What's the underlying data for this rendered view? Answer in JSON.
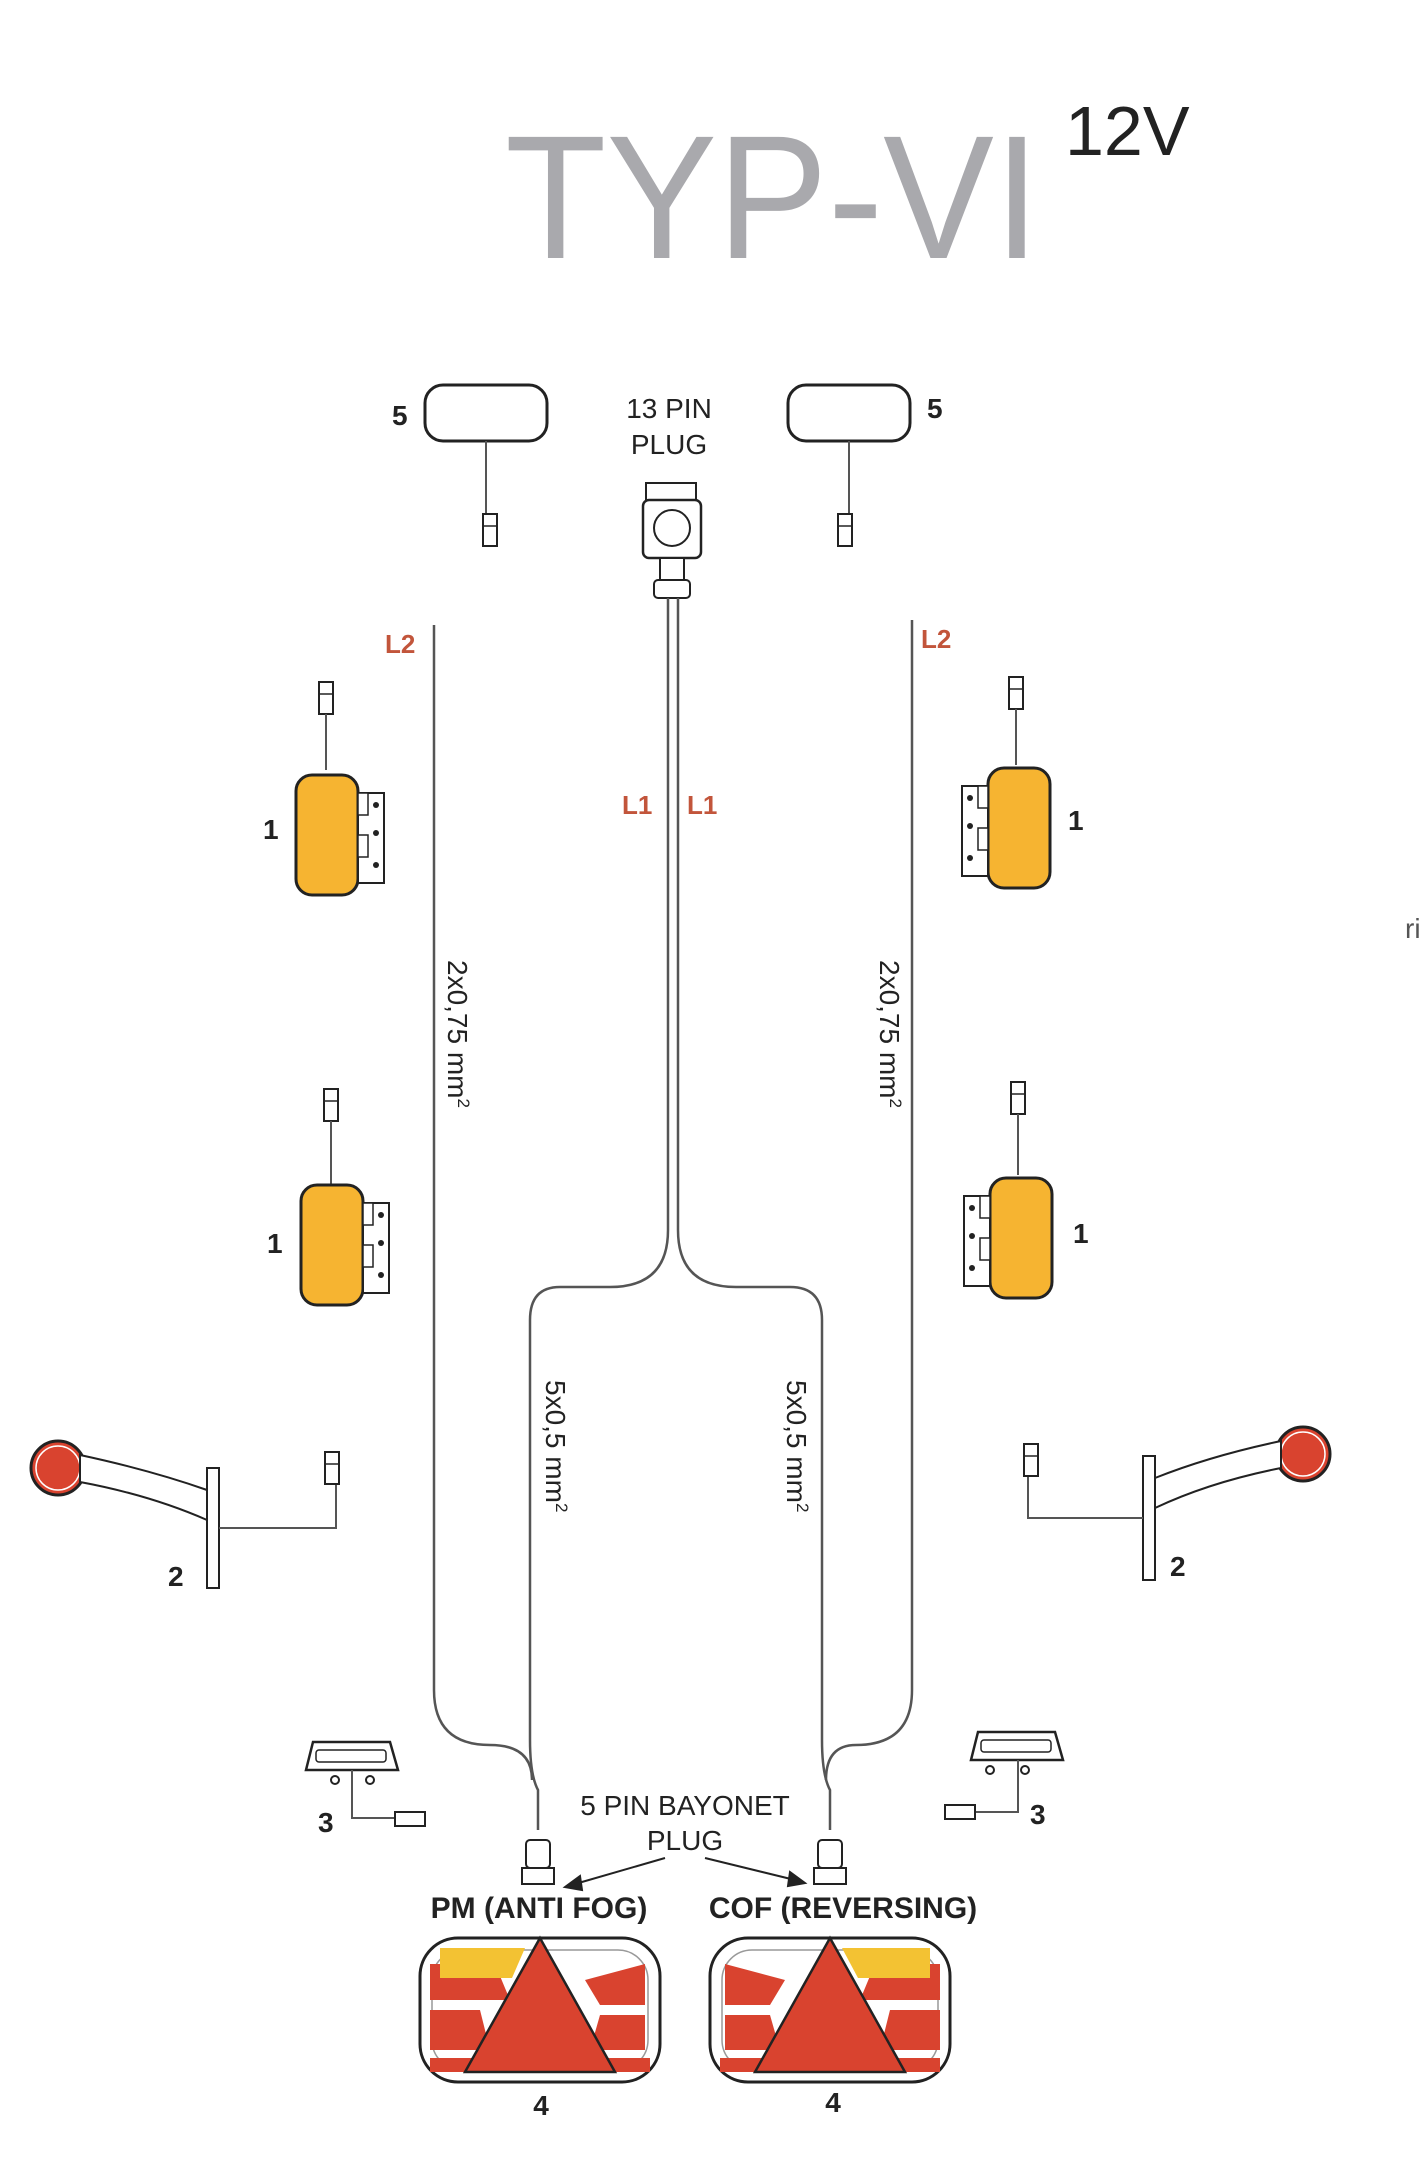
{
  "title": {
    "main": "TYP-VI",
    "voltage": "12V"
  },
  "colors": {
    "title_gray": "#a9a9ad",
    "wire": "#555555",
    "amber": "#f6b431",
    "red_label": "#c2553b",
    "lamp_red": "#d9432f",
    "lamp_yellow": "#f3c233",
    "outline": "#222222"
  },
  "components": {
    "plug_13pin": {
      "line1": "13 PIN",
      "line2": "PLUG"
    },
    "bayonet_plug": {
      "line1": "5 PIN BAYONET",
      "line2": "PLUG"
    },
    "rear_left_label": "PM (ANTI FOG)",
    "rear_right_label": "COF (REVERSING)"
  },
  "wires": {
    "l1": "L1",
    "l2": "L2",
    "spec_side": "2x0,75 mm",
    "spec_main": "5x0,5 mm",
    "sup": "2"
  },
  "numbers": {
    "front_marker": "5",
    "side_marker": "1",
    "outline_marker": "2",
    "plate_lamp": "3",
    "rear_lamp": "4"
  },
  "edge_text": "ri"
}
